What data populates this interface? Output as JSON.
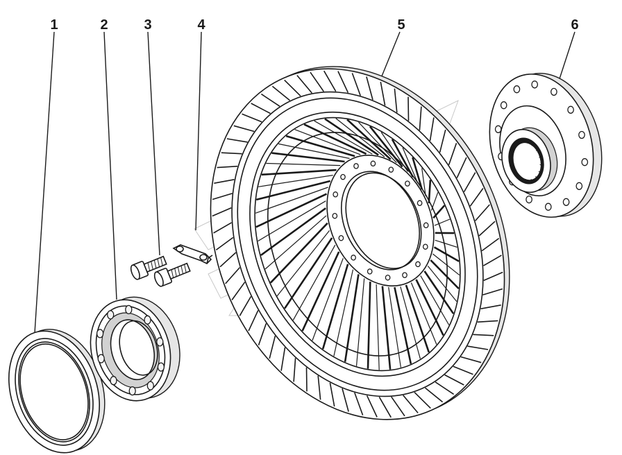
{
  "callouts": [
    {
      "id": "1",
      "label": "1"
    },
    {
      "id": "2",
      "label": "2"
    },
    {
      "id": "3",
      "label": "3"
    },
    {
      "id": "4",
      "label": "4"
    },
    {
      "id": "5",
      "label": "5"
    },
    {
      "id": "6",
      "label": "6"
    }
  ],
  "parts": [
    {
      "id": "1",
      "icon": "seal-ring-icon"
    },
    {
      "id": "2",
      "icon": "ball-bearing-icon"
    },
    {
      "id": "3",
      "icon": "bolt-icon"
    },
    {
      "id": "4",
      "icon": "lock-plate-icon"
    },
    {
      "id": "5",
      "icon": "torque-converter-wheel-icon"
    },
    {
      "id": "6",
      "icon": "splined-flange-icon"
    }
  ],
  "colors": {
    "line": "#1a1a1a",
    "background": "#ffffff",
    "shade": "#e6e6e6"
  }
}
